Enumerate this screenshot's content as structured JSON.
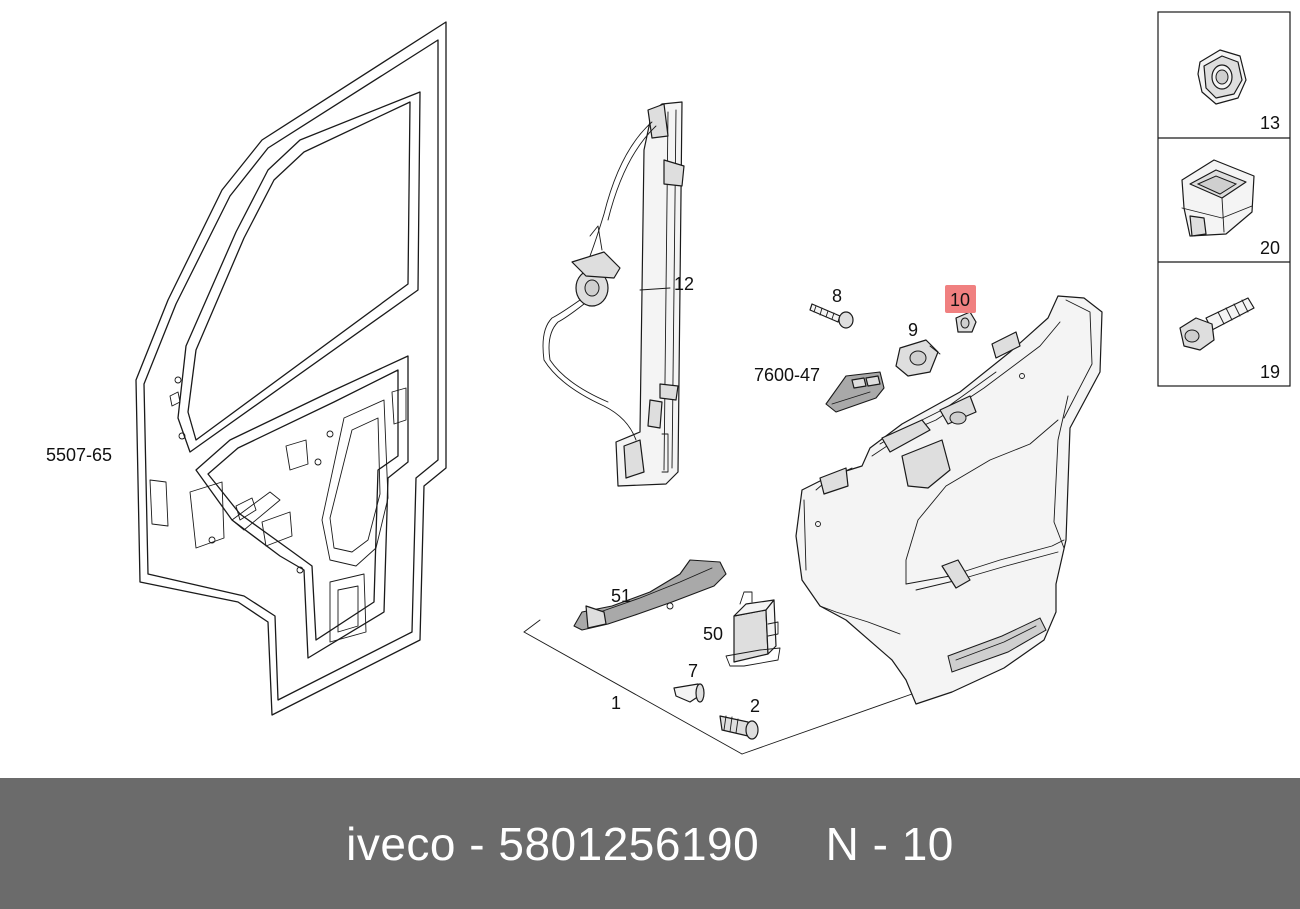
{
  "labels": {
    "door_frame": "5507-65",
    "regulator": "12",
    "bolt": "8",
    "clip": "9",
    "highlighted_part": "10",
    "switch": "7600-47",
    "handle": "51",
    "switch_unit": "50",
    "plug": "7",
    "fastener": "2",
    "panel_kit": "1",
    "box_nut": "13",
    "box_grommet": "20",
    "box_screw": "19"
  },
  "colors": {
    "highlight": "#f08080",
    "footer_bg": "#6b6b6b",
    "footer_text": "#ffffff"
  },
  "footer": {
    "brand": "iveco",
    "separator": "-",
    "part_number": "5801256190",
    "position": "N - 10"
  }
}
